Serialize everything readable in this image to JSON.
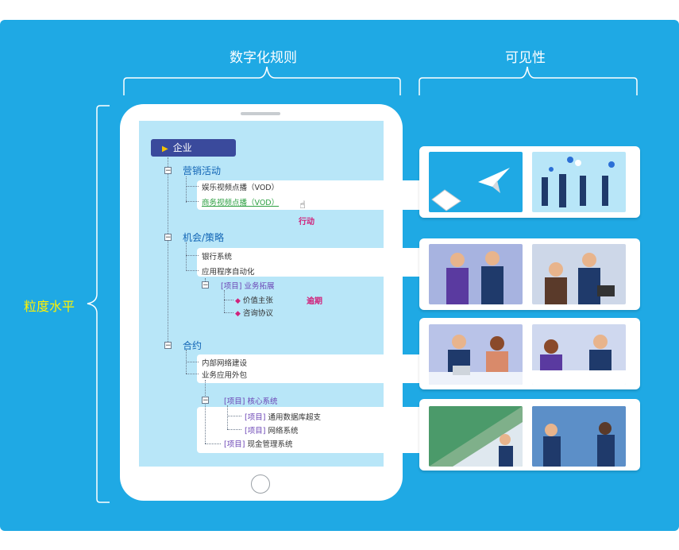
{
  "headings": {
    "digital_rules": "数字化规则",
    "visibility": "可见性"
  },
  "side_label": "粒度水平",
  "tree": {
    "root": "企业",
    "marketing": {
      "title": "营销活动",
      "items": [
        "娱乐视频点播（VOD）",
        "商务视频点播（VOD）"
      ],
      "annotation": "行动"
    },
    "opportunity": {
      "title": "机会/策略",
      "items": [
        "银行系统",
        "应用程序自动化"
      ],
      "project_tag": "[项目]",
      "project_name": "业务拓展",
      "sub_items": [
        "价值主张",
        "咨询协议"
      ],
      "annotation": "逾期"
    },
    "contract": {
      "title": "合约",
      "items": [
        "内部网络建设",
        "业务应用外包"
      ],
      "project_tag": "[项目]",
      "project_name": "核心系统",
      "sub_items": [
        "通用数据库超支",
        "网络系统"
      ],
      "extra_item": "现金管理系统"
    }
  },
  "colors": {
    "background": "#1fa9e4",
    "side_label": "#fff200",
    "root_box": "#3a4a9c",
    "node_text": "#1265b5",
    "project_text": "#6b45b5",
    "link_green": "#2ea043",
    "annotation": "#d0237b"
  },
  "icons": [
    "cursor-hand-icon",
    "diamond-bullet-icon",
    "collapse-minus-icon"
  ]
}
